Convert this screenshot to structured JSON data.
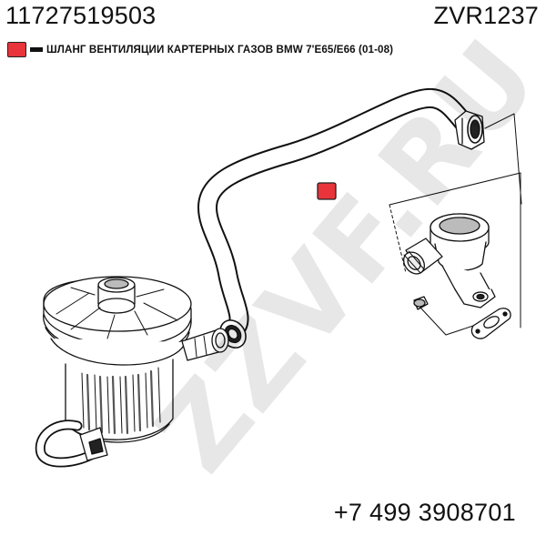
{
  "header": {
    "part_number": "11727519503",
    "article": "ZVR1237"
  },
  "caption": {
    "marker_color": "#e8343a",
    "text": "ШЛАНГ ВЕНТИЛЯЦИИ КАРТЕРНЫХ ГАЗОВ BMW 7'E65/E66 (01-08)"
  },
  "highlight": {
    "color": "#e8343a"
  },
  "watermark": {
    "text": "ZZVF.RU"
  },
  "footer": {
    "phone": "+7 499 3908701"
  }
}
